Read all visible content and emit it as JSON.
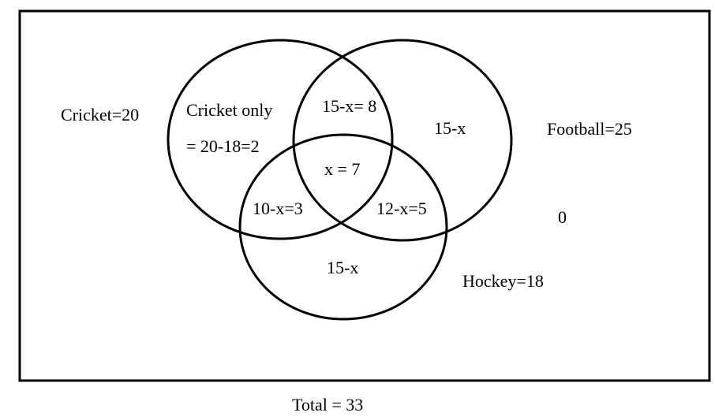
{
  "colors": {
    "stroke": "#000000",
    "background": "#ffffff",
    "text": "#000000"
  },
  "sets": {
    "cricket_label": "Cricket=20",
    "football_label": "Football=25",
    "hockey_label": "Hockey=18"
  },
  "regions": {
    "cricket_only_title": "Cricket only",
    "cricket_only_value": "= 20-18=2",
    "cricket_football": "15-x= 8",
    "football_only": "15-x",
    "center": "x = 7",
    "cricket_hockey": "10-x=3",
    "football_hockey": "12-x=5",
    "hockey_only": "15-x",
    "outside": "0"
  },
  "total": "Total = 33"
}
